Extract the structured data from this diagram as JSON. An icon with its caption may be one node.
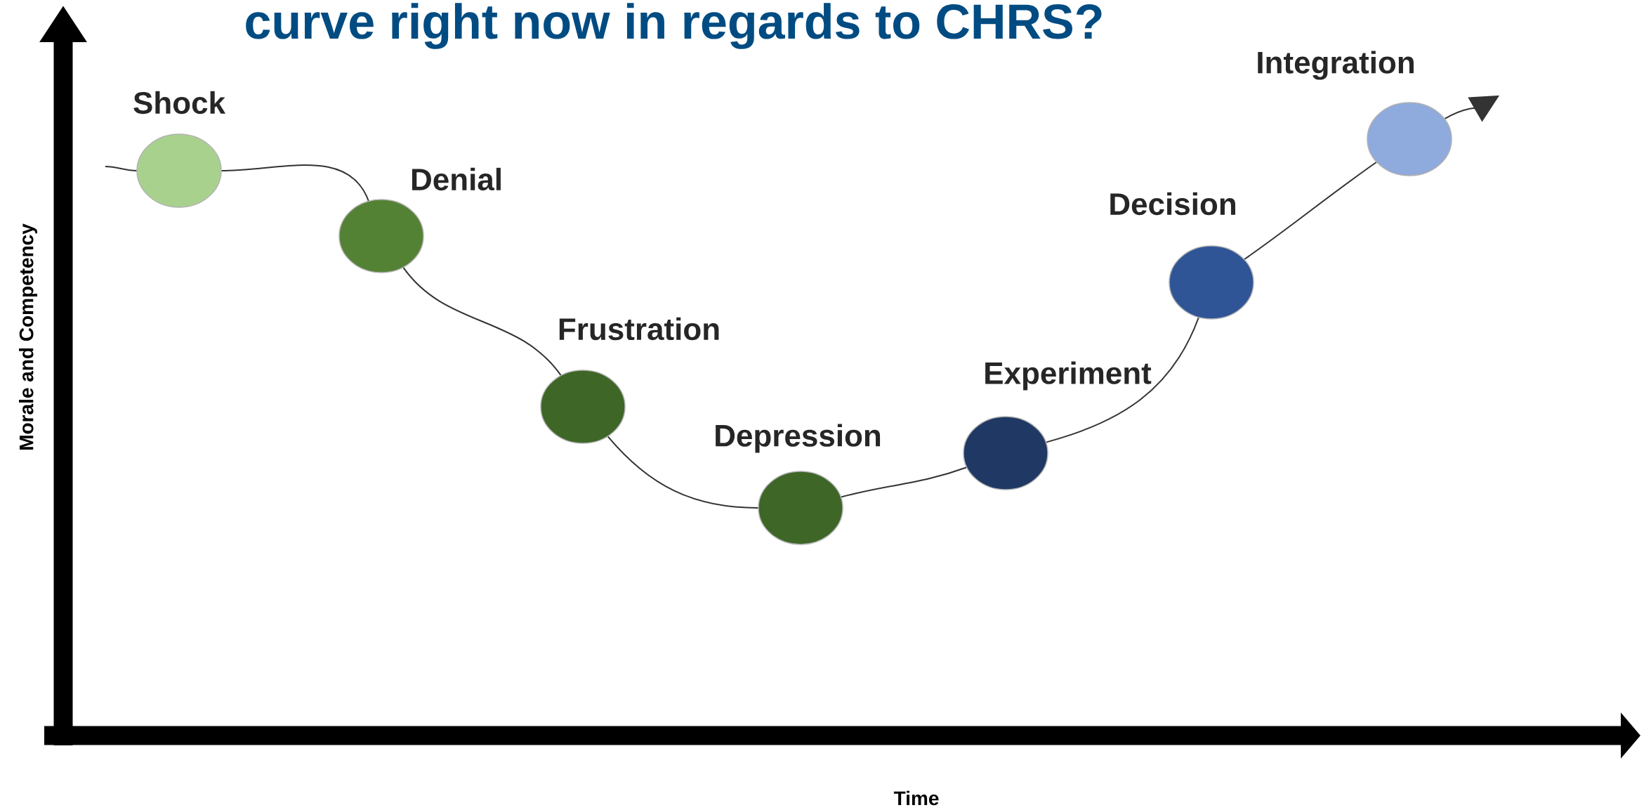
{
  "diagram": {
    "title": "curve right now in regards to CHRS?",
    "nodes": [
      {
        "text": [
          "Shock"
        ]
      },
      {
        "text": [
          "Denial"
        ]
      },
      {
        "text": [
          "Frustration"
        ]
      },
      {
        "text": [
          "Depression"
        ]
      },
      {
        "text": [
          "Experiment"
        ]
      },
      {
        "text": [
          "Decision"
        ]
      },
      {
        "text": [
          "Integration"
        ]
      }
    ],
    "edges": [
      {
        "from": null,
        "to": 0,
        "arrow": "none"
      },
      {
        "from": 0,
        "to": 1,
        "arrow": "none"
      },
      {
        "from": 1,
        "to": 2,
        "arrow": "none"
      },
      {
        "from": 2,
        "to": 3,
        "arrow": "none"
      },
      {
        "from": 3,
        "to": 4,
        "arrow": "none"
      },
      {
        "from": 4,
        "to": 5,
        "arrow": "none"
      },
      {
        "from": 5,
        "to": 6,
        "arrow": "none"
      },
      {
        "from": 6,
        "to": null,
        "arrow": "to"
      }
    ],
    "labels": [
      "Morale and Competency",
      "Time"
    ]
  }
}
